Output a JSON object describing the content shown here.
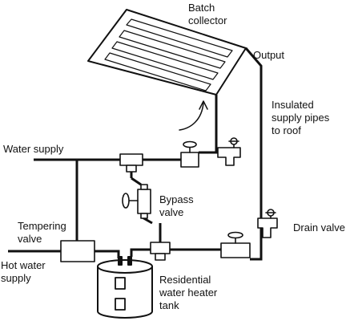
{
  "labels": {
    "batch_collector": [
      "Batch",
      "collector"
    ],
    "output": [
      "Output"
    ],
    "insulated_pipes": [
      "Insulated",
      "supply pipes",
      "to roof"
    ],
    "water_supply": [
      "Water supply"
    ],
    "bypass_valve": [
      "Bypass",
      "valve"
    ],
    "drain_valve": [
      "Drain valve"
    ],
    "tempering_valve": [
      "Tempering",
      "valve"
    ],
    "hot_water_supply": [
      "Hot water",
      "supply"
    ],
    "heater_tank": [
      "Residential",
      "water heater",
      "tank"
    ]
  },
  "colors": {
    "line": "#111111",
    "background": "#ffffff"
  }
}
